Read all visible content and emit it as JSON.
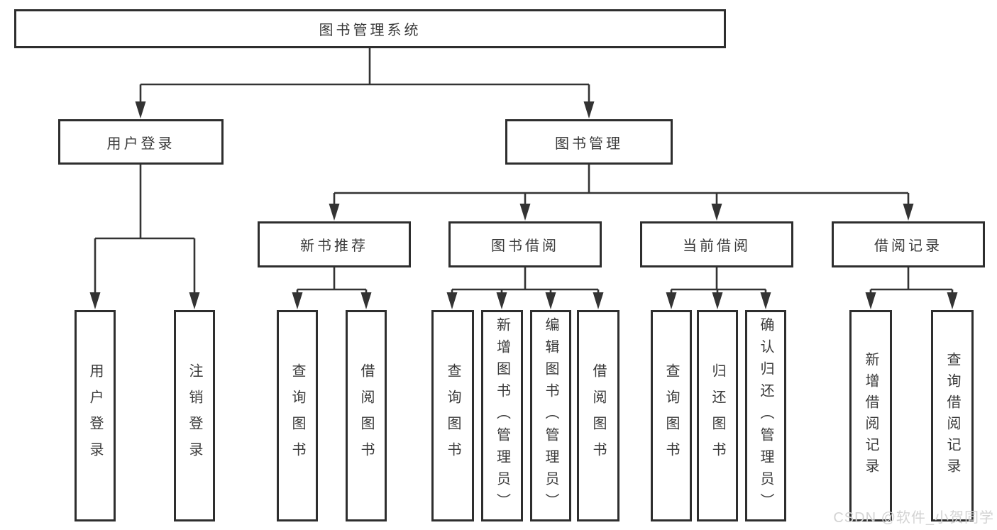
{
  "tree": {
    "root": {
      "label": "图书管理系统"
    },
    "children": [
      {
        "label": "用户登录",
        "children": [
          {
            "label": "用户登录"
          },
          {
            "label": "注销登录"
          }
        ]
      },
      {
        "label": "图书管理",
        "children": [
          {
            "label": "新书推荐",
            "children": [
              {
                "label": "查询图书"
              },
              {
                "label": "借阅图书"
              }
            ]
          },
          {
            "label": "图书借阅",
            "children": [
              {
                "label": "查询图书"
              },
              {
                "label": "新增图书（管理员）"
              },
              {
                "label": "编辑图书（管理员）"
              },
              {
                "label": "借阅图书"
              }
            ]
          },
          {
            "label": "当前借阅",
            "children": [
              {
                "label": "查询图书"
              },
              {
                "label": "归还图书"
              },
              {
                "label": "确认归还（管理员）"
              }
            ]
          },
          {
            "label": "借阅记录",
            "children": [
              {
                "label": "新增借阅记录"
              },
              {
                "label": "查询借阅记录"
              }
            ]
          }
        ]
      }
    ]
  },
  "watermark": {
    "text": "CSDN @软件_小贺同学"
  },
  "colors": {
    "line": "#333333",
    "box_border": "#2e2e2e",
    "box_fill": "#ffffff",
    "text": "#3a3a3a",
    "watermark": "#d3d3d3"
  }
}
